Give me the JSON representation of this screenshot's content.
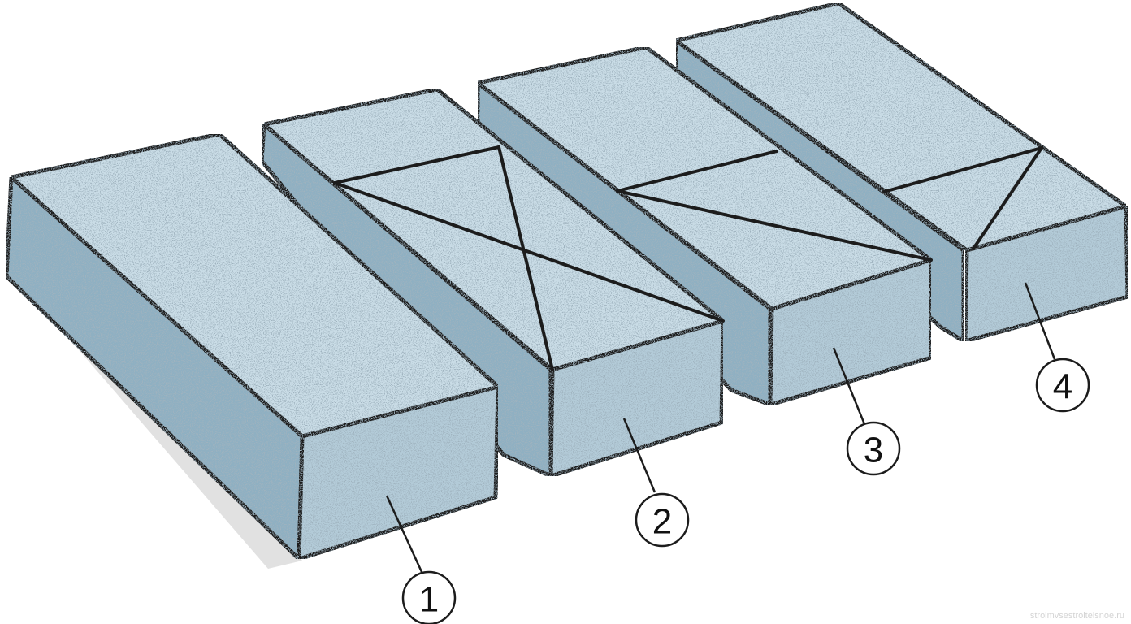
{
  "colors": {
    "background": "#ffffff",
    "top_face": "#c9dce6",
    "front_face": "#b3cbd8",
    "side_face": "#8fb0c2",
    "outline": "#1c1c1c",
    "shadow": "#d9d9d9"
  },
  "blocks": [
    {
      "label": "1",
      "cut": "none"
    },
    {
      "label": "2",
      "cut": "cross-diagonal"
    },
    {
      "label": "3",
      "cut": "single-diagonal"
    },
    {
      "label": "4",
      "cut": "corner-bevel"
    }
  ],
  "watermark": "stroimvsestroitelsnoe.ru"
}
